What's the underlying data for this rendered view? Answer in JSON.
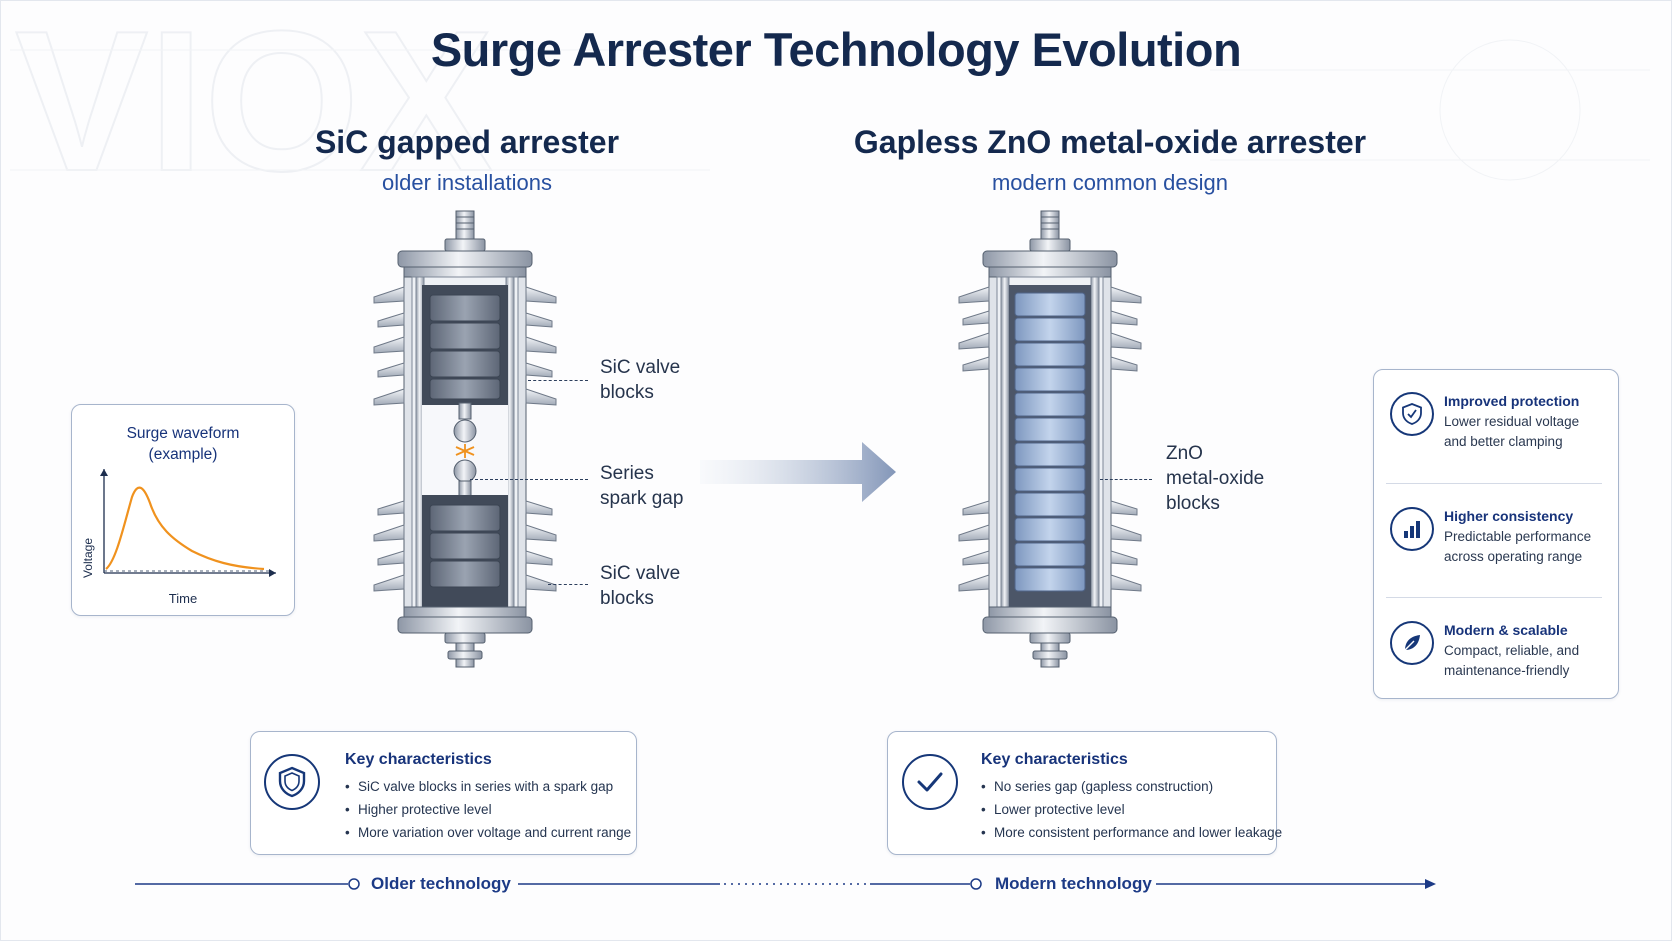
{
  "title": "Surge Arrester Technology Evolution",
  "watermark_text": "VIOX",
  "left": {
    "title": "SiC gapped arrester",
    "subtitle": "older installations",
    "labels": {
      "top_blocks": [
        "SiC valve",
        "blocks"
      ],
      "spark_gap": [
        "Series",
        "spark gap"
      ],
      "bottom_blocks": [
        "SiC valve",
        "blocks"
      ]
    },
    "card": {
      "heading": "Key characteristics",
      "items": [
        "SiC valve blocks in series with a spark gap",
        "Higher protective level",
        "More variation over voltage and current range"
      ],
      "icon": "shield-icon"
    }
  },
  "right": {
    "title": "Gapless ZnO metal-oxide arrester",
    "subtitle": "modern common design",
    "labels": {
      "blocks": [
        "ZnO",
        "metal-oxide",
        "blocks"
      ]
    },
    "card": {
      "heading": "Key characteristics",
      "items": [
        "No series gap (gapless construction)",
        "Lower protective level",
        "More consistent performance and lower leakage"
      ],
      "icon": "check-icon"
    }
  },
  "waveform": {
    "title": "Surge waveform",
    "subtitle": "(example)",
    "ylabel": "Voltage",
    "xlabel": "Time"
  },
  "benefits": [
    {
      "title": "Improved protection",
      "lines": [
        "Lower residual voltage",
        "and better clamping"
      ],
      "icon": "shield-icon"
    },
    {
      "title": "Higher consistency",
      "lines": [
        "Predictable performance",
        "across operating range"
      ],
      "icon": "bar-chart-icon"
    },
    {
      "title": "Modern & scalable",
      "lines": [
        "Compact, reliable, and",
        "maintenance-friendly"
      ],
      "icon": "leaf-icon"
    }
  ],
  "timeline": {
    "older_label": "Older technology",
    "modern_label": "Modern technology"
  },
  "colors": {
    "navy": "#14294e",
    "accent_blue": "#2850a0",
    "waveform_orange": "#f0921e",
    "block_grey": "#7c8696",
    "block_blue": "#a6bedf"
  }
}
